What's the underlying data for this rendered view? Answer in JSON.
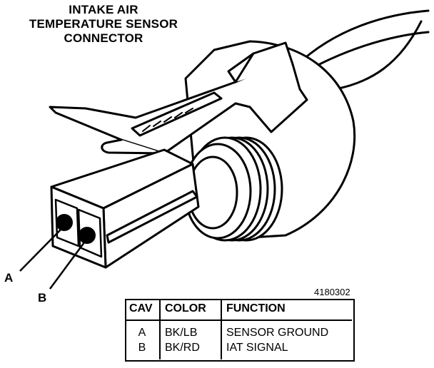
{
  "title": {
    "line1": "INTAKE AIR",
    "line2": "TEMPERATURE SENSOR",
    "line3": "CONNECTOR"
  },
  "figure_number": "4180302",
  "pin_labels": {
    "a": "A",
    "b": "B"
  },
  "table": {
    "headers": [
      "CAV",
      "COLOR",
      "FUNCTION"
    ],
    "rows": [
      {
        "cav": "A",
        "color": "BK/LB",
        "function": "SENSOR GROUND"
      },
      {
        "cav": "B",
        "color": "BK/RD",
        "function": "IAT SIGNAL"
      }
    ]
  },
  "colors": {
    "ink": "#000000",
    "paper": "#ffffff"
  }
}
